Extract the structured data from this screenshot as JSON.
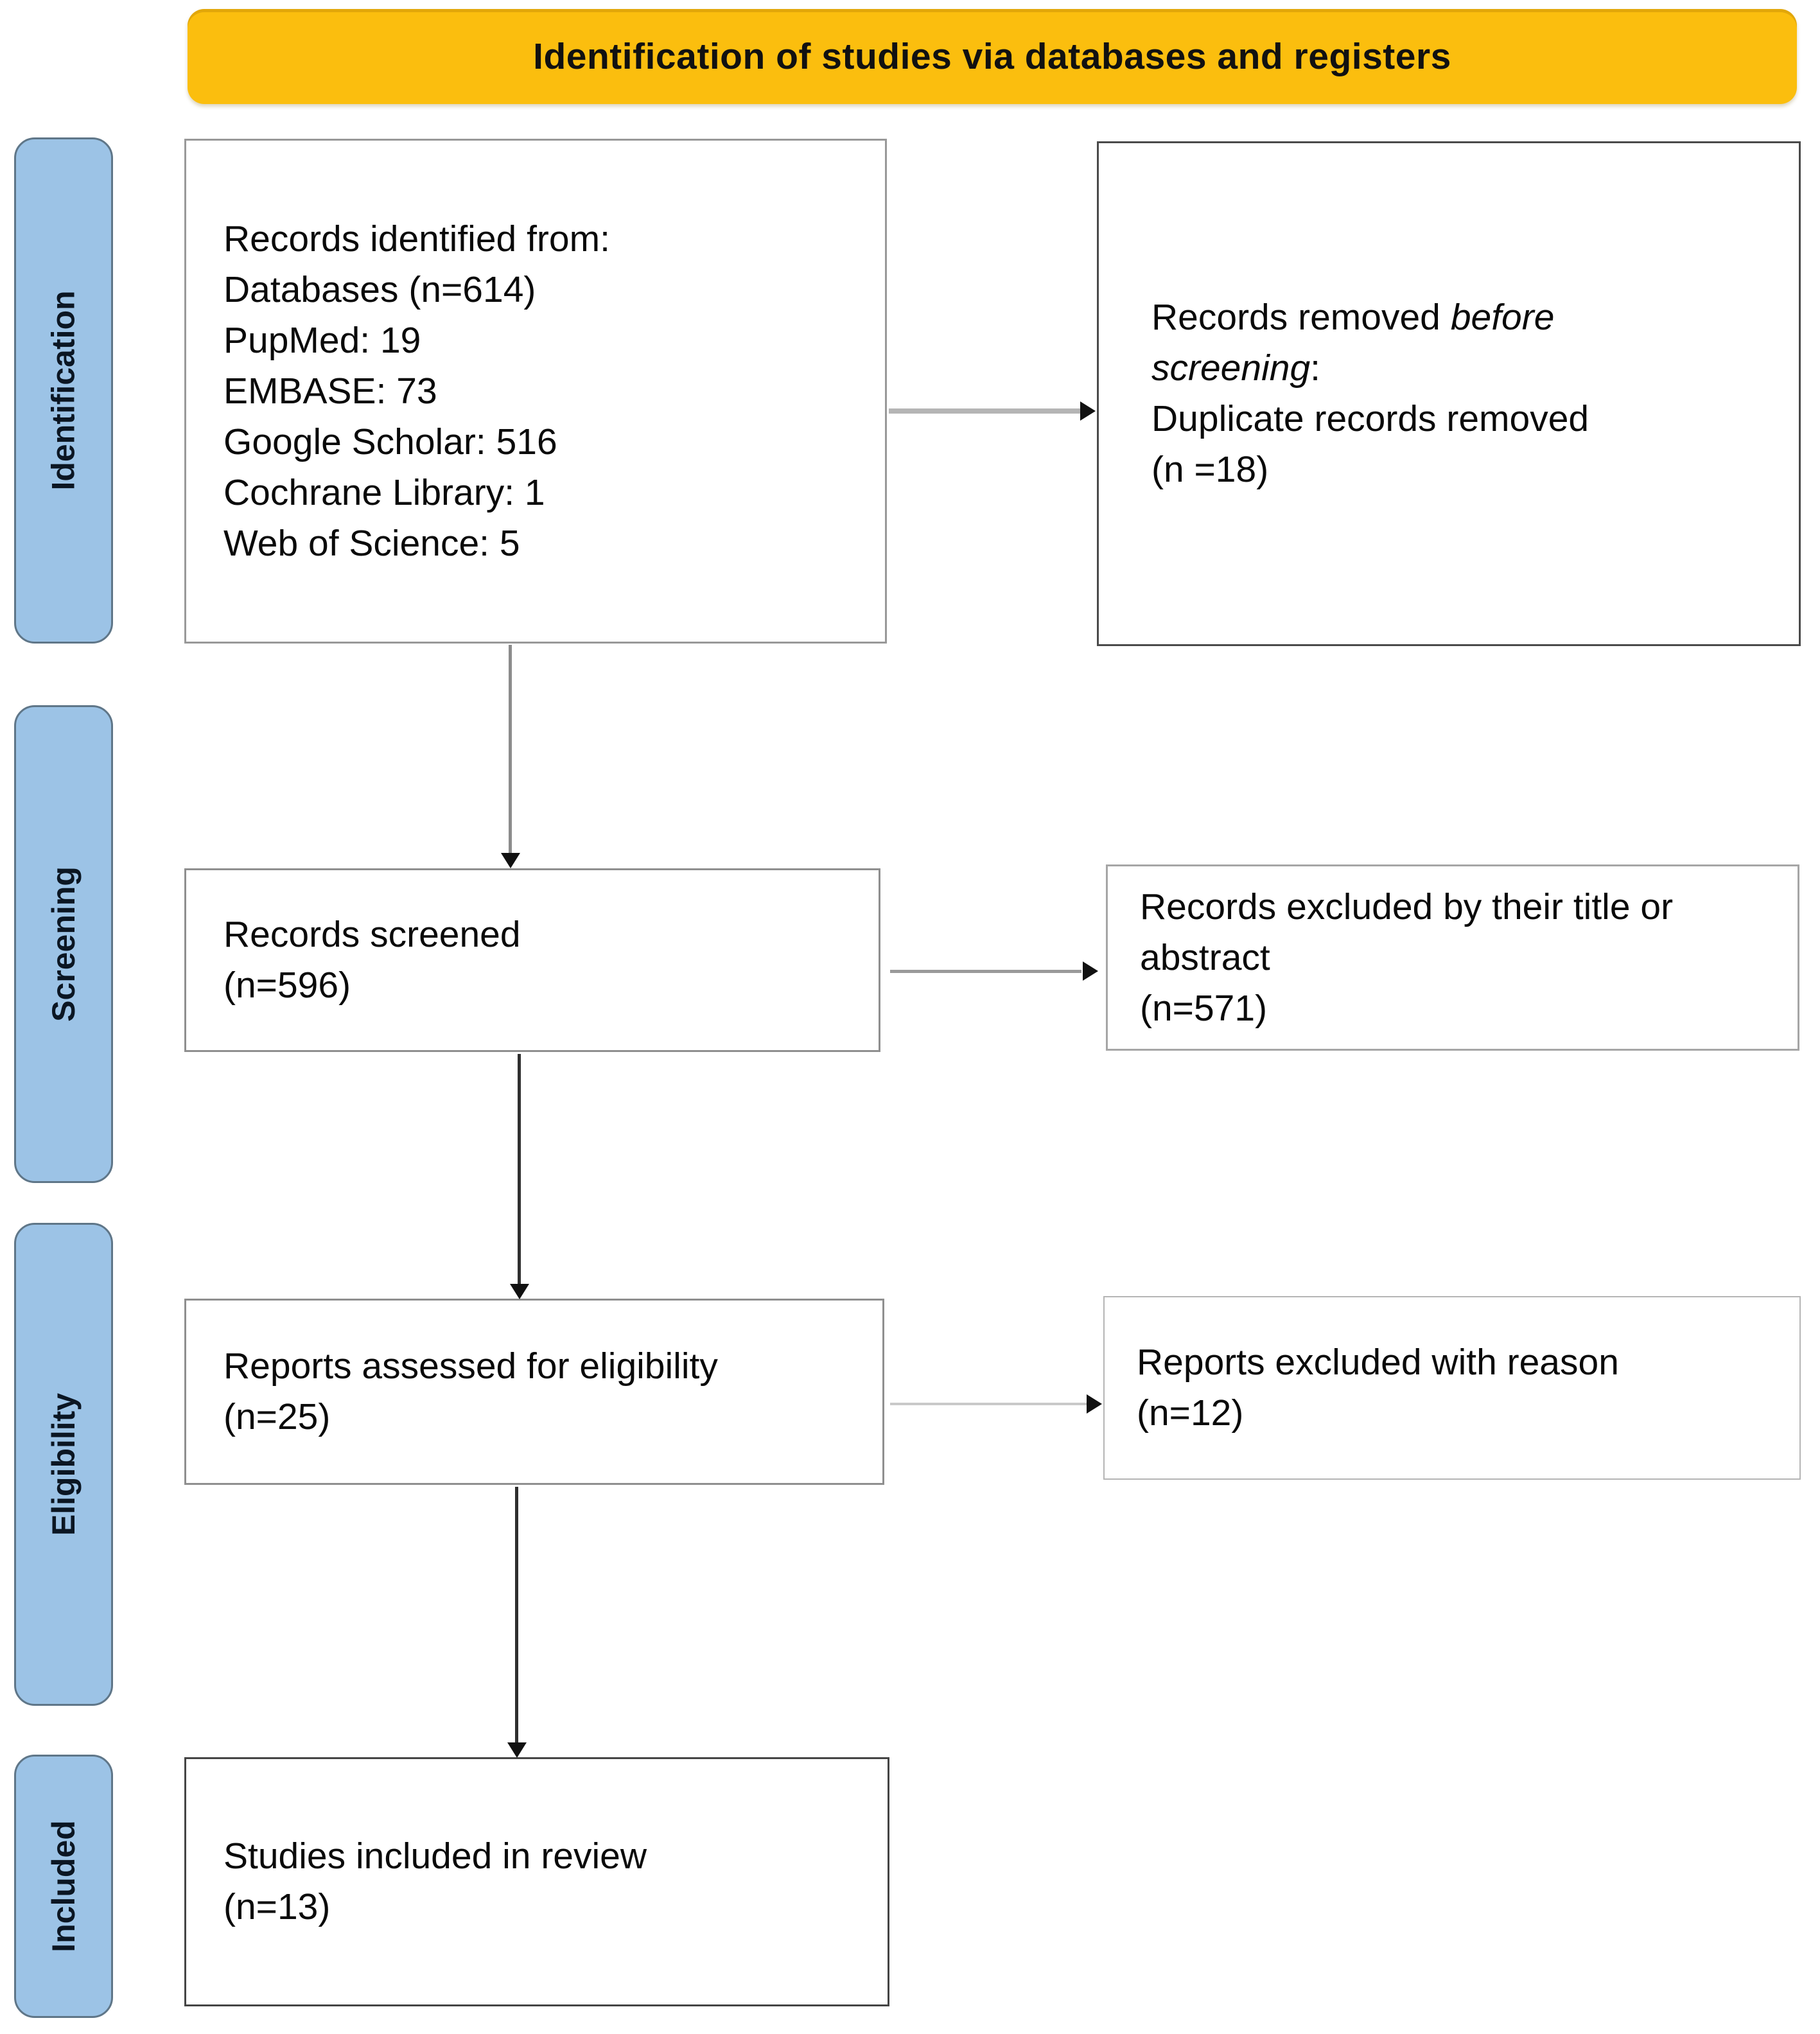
{
  "banner": {
    "label": "Identification of studies via databases and registers",
    "bg": "#FBBE0E"
  },
  "sidebar": {
    "bg": "#9CC3E6",
    "stages": [
      {
        "label": "Identification"
      },
      {
        "label": "Screening"
      },
      {
        "label": "Eligibility"
      },
      {
        "label": "Included"
      }
    ]
  },
  "flow": {
    "identified": {
      "lines": [
        "Records identified from:",
        "Databases (n=614)",
        "PupMed: 19",
        "EMBASE: 73",
        "Google Scholar: 516",
        "Cochrane Library: 1",
        "Web of Science: 5"
      ]
    },
    "removed": {
      "l1a": "Records removed",
      "l1b": "before",
      "l2a": "screening",
      "l2b": ":",
      "l3": "Duplicate records removed",
      "l4": "(n =18)"
    },
    "screened": {
      "lines": [
        "Records screened",
        "(n=596)"
      ]
    },
    "excluded_title": {
      "lines": [
        "Records excluded by their title or",
        "abstract",
        "(n=571)"
      ]
    },
    "assessed": {
      "lines": [
        "Reports assessed for eligibility",
        "(n=25)"
      ]
    },
    "excluded_reason": {
      "lines": [
        "Reports excluded with reason",
        "(n=12)"
      ]
    },
    "included_studies": {
      "lines": [
        "Studies included in review",
        "(n=13)"
      ]
    }
  }
}
